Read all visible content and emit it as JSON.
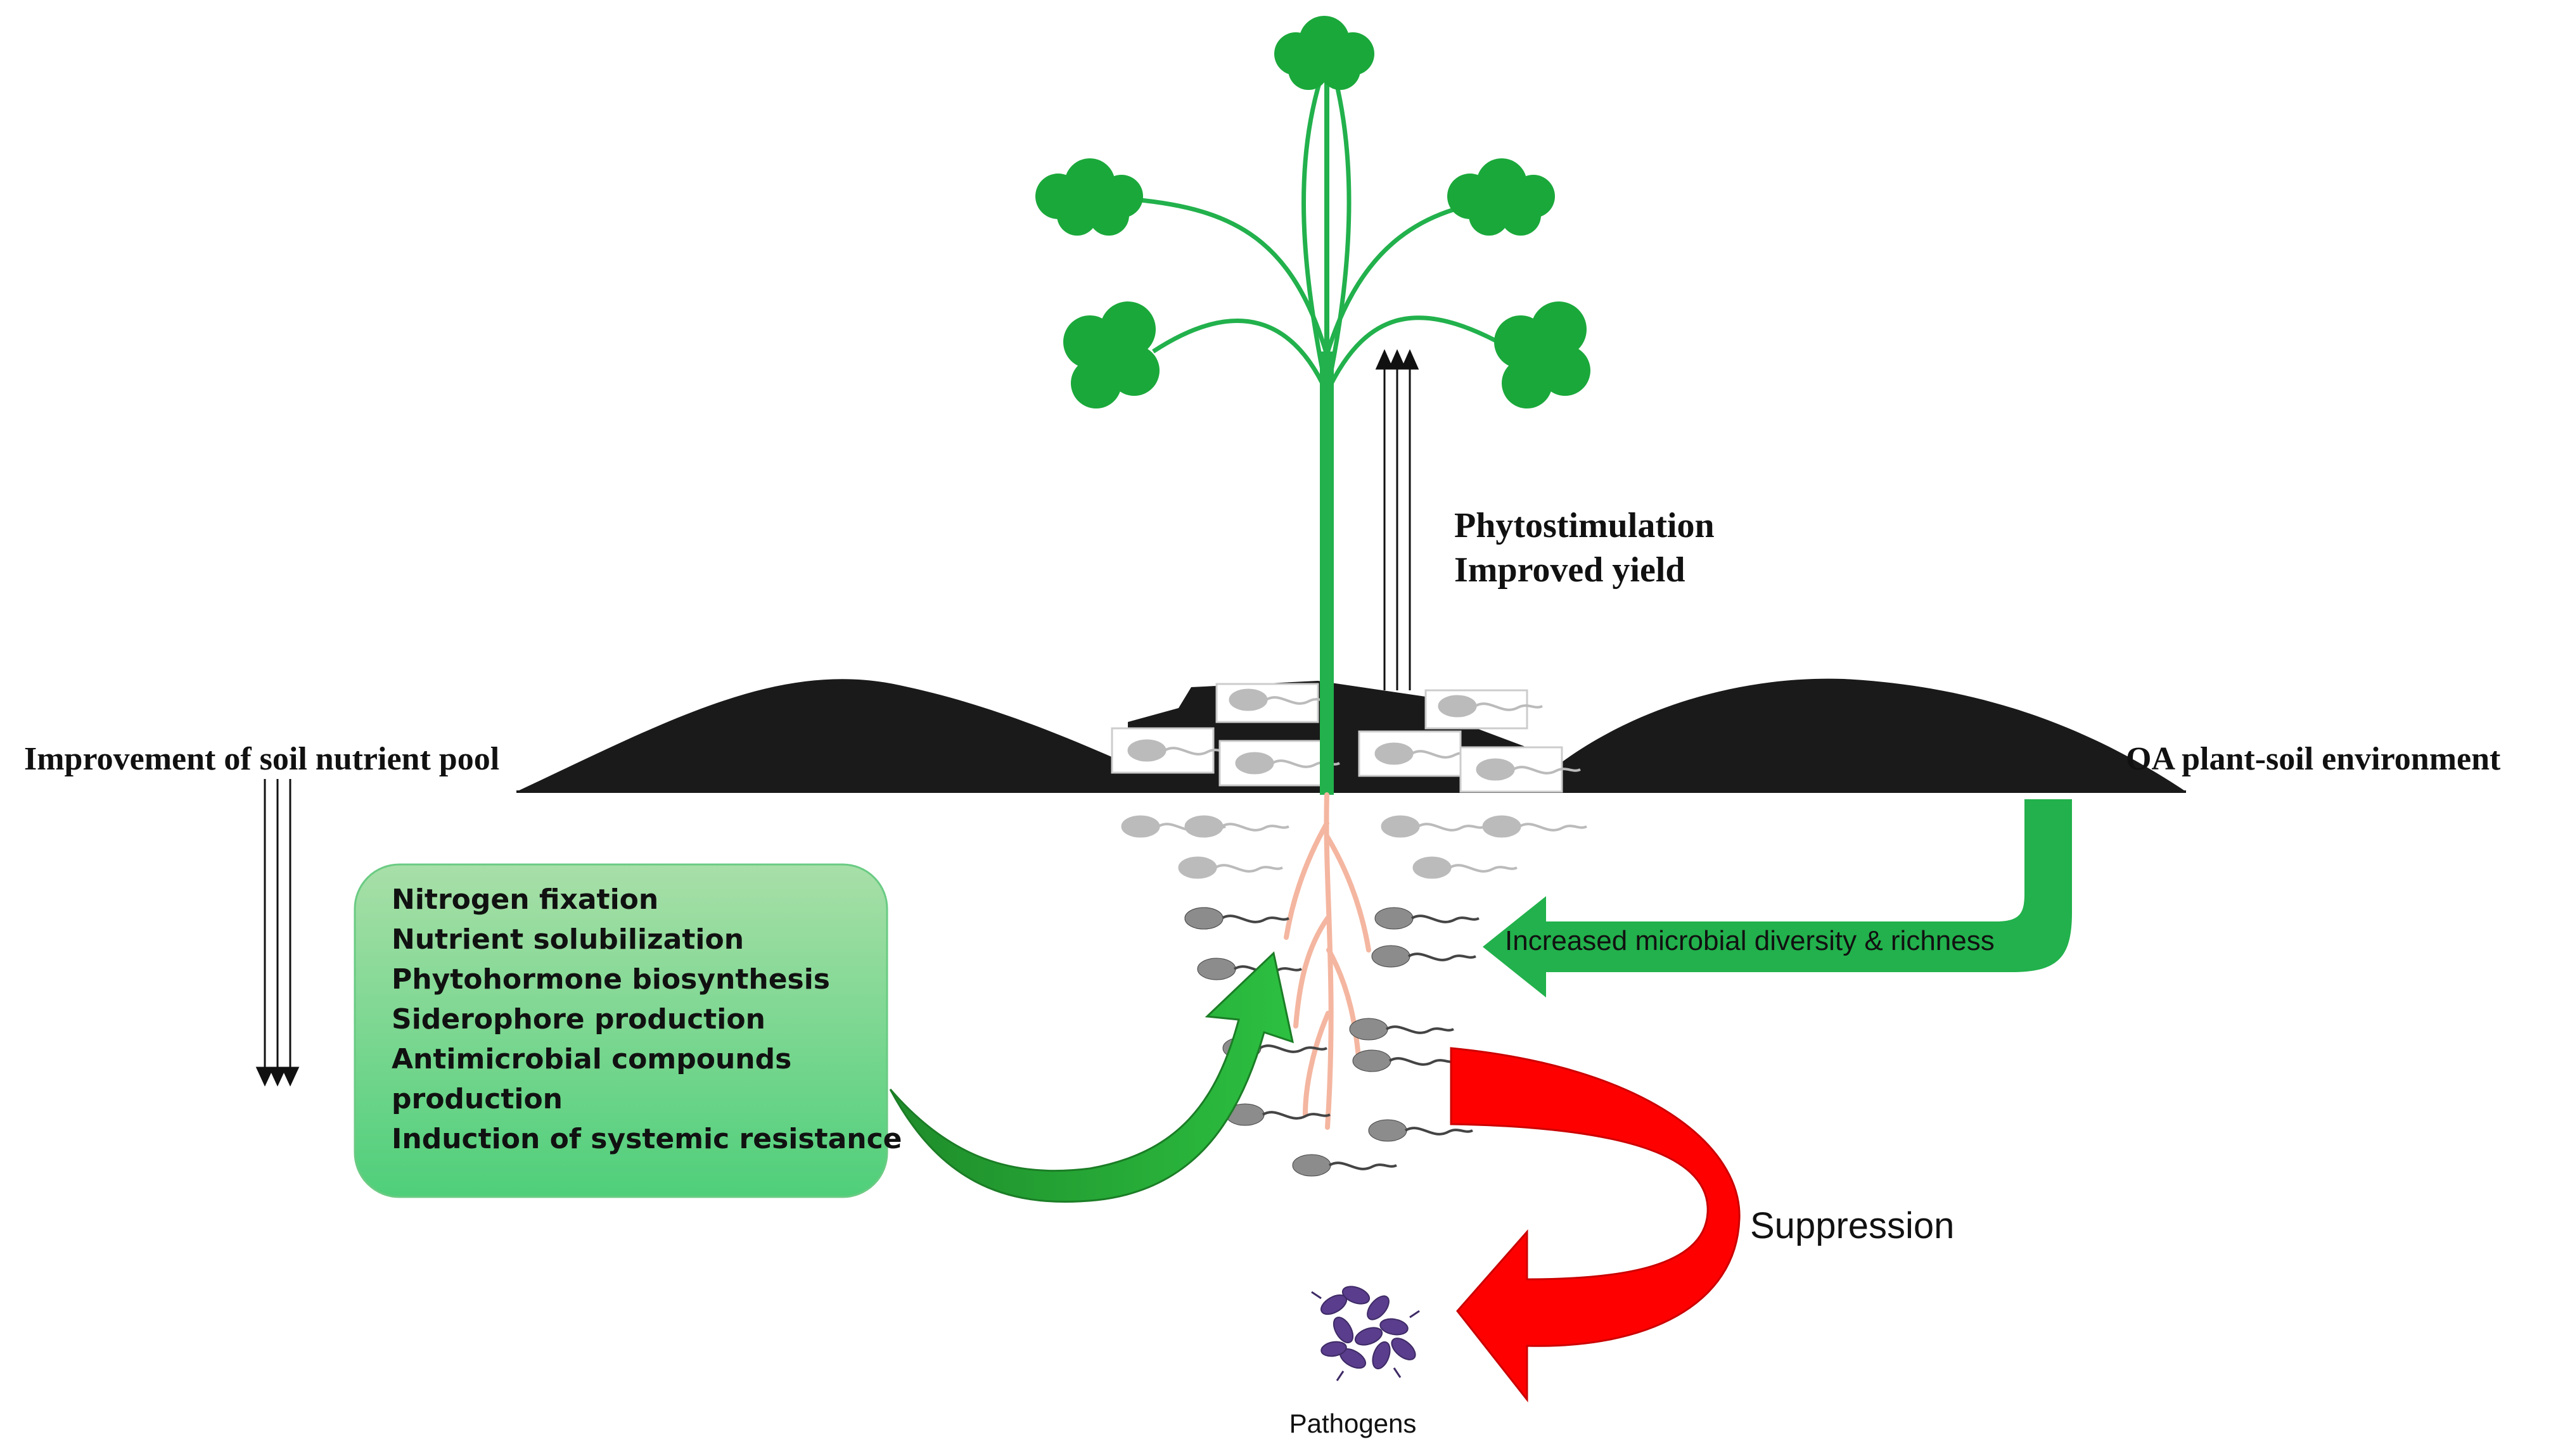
{
  "labels": {
    "phytostimulation": "Phytostimulation",
    "improved_yield": "Improved yield",
    "soil_nutrient_pool": "Improvement of soil nutrient pool",
    "oa_environment": "OA plant-soil environment",
    "microbial_diversity": "Increased microbial diversity & richness",
    "suppression": "Suppression",
    "pathogens": "Pathogens"
  },
  "functions": {
    "items": [
      "Nitrogen fixation",
      "Nutrient solubilization",
      "Phytohormone biosynthesis",
      "Siderophore production",
      "Antimicrobial compounds",
      "production",
      "Induction of systemic resistance"
    ]
  },
  "colors": {
    "plant_green": "#22b14c",
    "leaf_green": "#1aa83a",
    "soil_black": "#1a1a1a",
    "box_green_top": "#a8dfa8",
    "box_green_bottom": "#4fcf7a",
    "arrow_red": "#ff0000",
    "root_pink": "#f4b6a0",
    "pathogen_purple": "#5a3d8c",
    "microbe_gray": "#8c8c8c"
  }
}
